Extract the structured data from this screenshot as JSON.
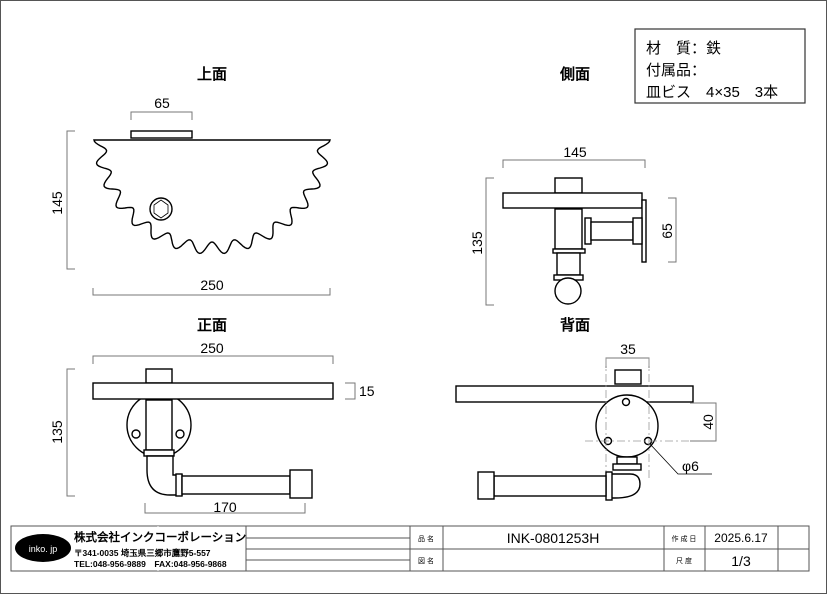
{
  "spec": {
    "material": "材　質：鉄",
    "accessories": "付属品：",
    "screws": "皿ビス　4×35　3本"
  },
  "views": {
    "top": {
      "title": "上面",
      "dim_width": "250",
      "dim_depth": "145",
      "dim_pipe": "65"
    },
    "side": {
      "title": "側面",
      "dim_width": "145",
      "dim_height": "135",
      "dim_flange": "65"
    },
    "front": {
      "title": "正面",
      "dim_width": "250",
      "dim_height": "135",
      "dim_thickness": "15",
      "dim_bar": "170"
    },
    "back": {
      "title": "背面",
      "dim_hole_spacing": "35",
      "dim_hole_vertical": "40",
      "dim_hole_dia": "φ6"
    }
  },
  "title_block": {
    "logo": "inko. jp",
    "company": "株式会社インクコーポレーション",
    "address": "〒341-0035 埼玉県三郷市鷹野5-557",
    "contact": "TEL:048-956-9889　FAX:048-956-9868",
    "product_name_label": "品 名",
    "product_name": "INK-0801253H",
    "drawing_name_label": "図 名",
    "drawing_name": "",
    "created_label": "作 成 日",
    "created_date": "2025.6.17",
    "scale_label": "尺 度",
    "scale": "1/3"
  }
}
